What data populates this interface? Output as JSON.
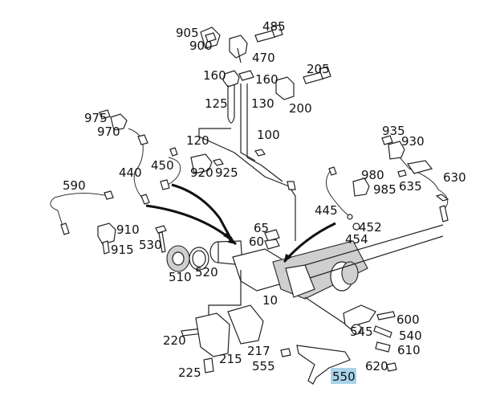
{
  "labels": {
    "l905": "905",
    "l485": "485",
    "l900": "900",
    "l470": "470",
    "l205": "205",
    "l160a": "160",
    "l160b": "160",
    "l125": "125",
    "l130": "130",
    "l200": "200",
    "l975": "975",
    "l970": "970",
    "l935": "935",
    "l930": "930",
    "l100": "100",
    "l120": "120",
    "l440": "440",
    "l450": "450",
    "l920": "920",
    "l925": "925",
    "l980": "980",
    "l630": "630",
    "l985": "985",
    "l635": "635",
    "l590": "590",
    "l445": "445",
    "l452": "452",
    "l454": "454",
    "l910": "910",
    "l65": "65",
    "l60": "60",
    "l530": "530",
    "l915": "915",
    "l510": "510",
    "l520": "520",
    "l10": "10",
    "l600": "600",
    "l545": "545",
    "l540": "540",
    "l220": "220",
    "l610": "610",
    "l217": "217",
    "l215": "215",
    "l555": "555",
    "l620": "620",
    "l225": "225",
    "l550": "550"
  },
  "highlight": {
    "label": "550",
    "color": "#a9d3ea"
  }
}
